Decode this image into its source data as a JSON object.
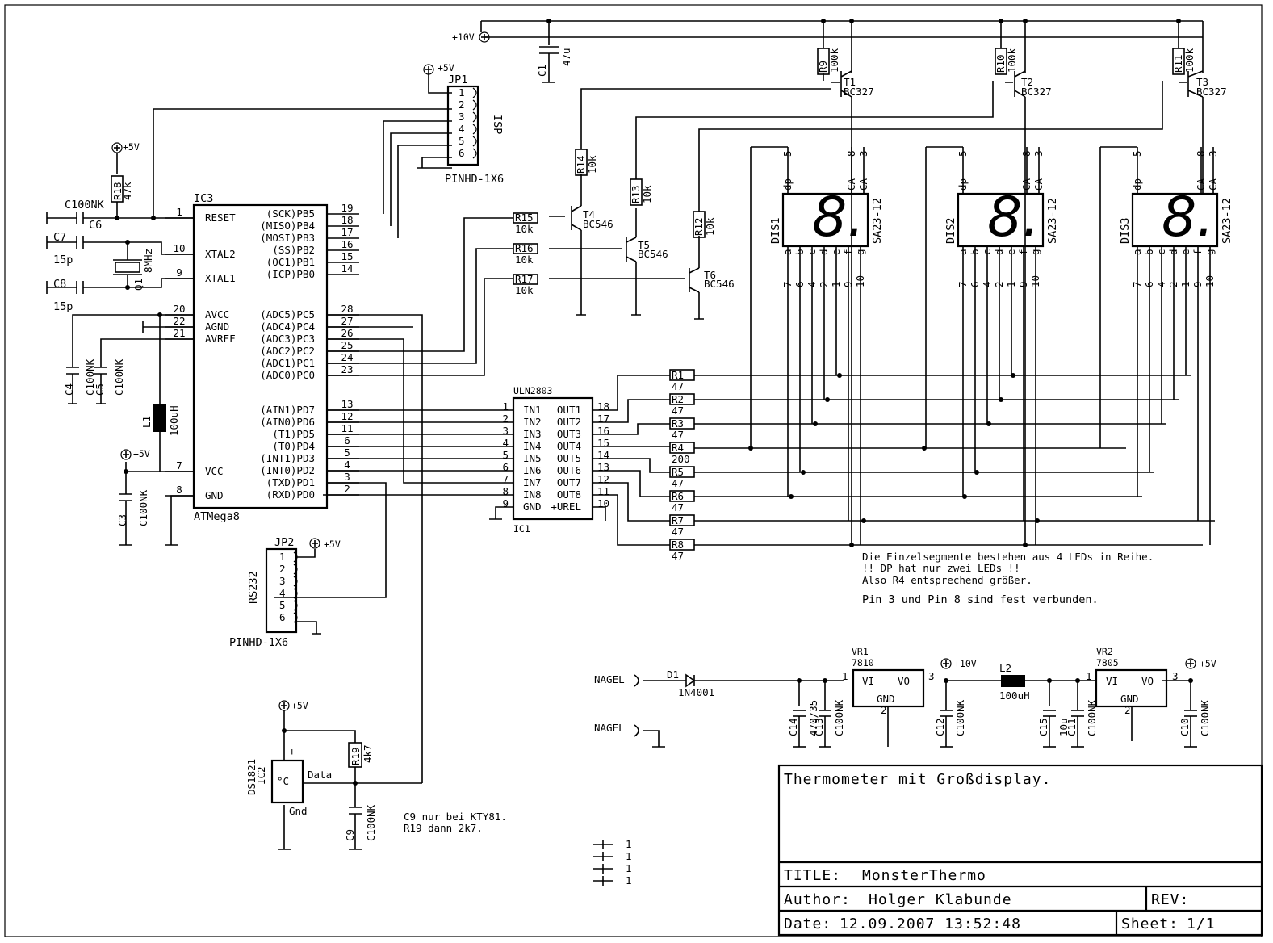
{
  "supplies": {
    "p10": "+10V",
    "p5": "+5V"
  },
  "mcu": {
    "ref": "IC3",
    "part": "ATMega8",
    "left": [
      [
        "1",
        "RESET"
      ],
      [
        "10",
        "XTAL2"
      ],
      [
        "9",
        "XTAL1"
      ],
      [
        "20",
        "AVCC"
      ],
      [
        "22",
        "AGND"
      ],
      [
        "21",
        "AVREF"
      ],
      [
        "7",
        "VCC"
      ],
      [
        "8",
        "GND"
      ]
    ],
    "right": [
      [
        "19",
        "(SCK)PB5"
      ],
      [
        "18",
        "(MISO)PB4"
      ],
      [
        "17",
        "(MOSI)PB3"
      ],
      [
        "16",
        "(SS)PB2"
      ],
      [
        "15",
        "(OC1)PB1"
      ],
      [
        "14",
        "(ICP)PB0"
      ],
      [
        "28",
        "(ADC5)PC5"
      ],
      [
        "27",
        "(ADC4)PC4"
      ],
      [
        "26",
        "(ADC3)PC3"
      ],
      [
        "25",
        "(ADC2)PC2"
      ],
      [
        "24",
        "(ADC1)PC1"
      ],
      [
        "23",
        "(ADC0)PC0"
      ],
      [
        "13",
        "(AIN1)PD7"
      ],
      [
        "12",
        "(AIN0)PD6"
      ],
      [
        "11",
        "(T1)PD5"
      ],
      [
        "6",
        "(T0)PD4"
      ],
      [
        "5",
        "(INT1)PD3"
      ],
      [
        "4",
        "(INT0)PD2"
      ],
      [
        "3",
        "(TXD)PD1"
      ],
      [
        "2",
        "(RXD)PD0"
      ]
    ]
  },
  "driver": {
    "part": "ULN2803",
    "ref": "IC1",
    "left": [
      [
        "1",
        "IN1"
      ],
      [
        "2",
        "IN2"
      ],
      [
        "3",
        "IN3"
      ],
      [
        "4",
        "IN4"
      ],
      [
        "5",
        "IN5"
      ],
      [
        "6",
        "IN6"
      ],
      [
        "7",
        "IN7"
      ],
      [
        "8",
        "IN8"
      ],
      [
        "9",
        "GND"
      ]
    ],
    "right": [
      [
        "18",
        "OUT1"
      ],
      [
        "17",
        "OUT2"
      ],
      [
        "16",
        "OUT3"
      ],
      [
        "15",
        "OUT4"
      ],
      [
        "14",
        "OUT5"
      ],
      [
        "13",
        "OUT6"
      ],
      [
        "12",
        "OUT7"
      ],
      [
        "11",
        "OUT8"
      ],
      [
        "10",
        "+UREL"
      ]
    ]
  },
  "headers": {
    "jp1": {
      "ref": "JP1",
      "part": "PINHD-1X6",
      "name": "ISP",
      "pins": [
        "1",
        "2",
        "3",
        "4",
        "5",
        "6"
      ]
    },
    "jp2": {
      "ref": "JP2",
      "part": "PINHD-1X6",
      "name": "RS232",
      "pins": [
        "1",
        "2",
        "3",
        "4",
        "5",
        "6"
      ]
    }
  },
  "passives": {
    "c6": [
      "C100NK",
      "C6"
    ],
    "c7": [
      "C7",
      "15p"
    ],
    "c8": [
      "C8",
      "15p"
    ],
    "q1": [
      "Q1",
      "8MHz"
    ],
    "r18": [
      "R18",
      "47k"
    ],
    "c4": [
      "C4",
      "C100NK"
    ],
    "c5": [
      "C5",
      "C100NK"
    ],
    "l1": [
      "L1",
      "100uH"
    ],
    "c3": [
      "C3",
      "C100NK"
    ],
    "c1": [
      "C1",
      "47u"
    ],
    "r9": [
      "R9",
      "100k"
    ],
    "r10": [
      "R10",
      "100k"
    ],
    "r11": [
      "R11",
      "100k"
    ],
    "r14": [
      "R14",
      "10k"
    ],
    "r13": [
      "R13",
      "10k"
    ],
    "r12": [
      "R12",
      "10k"
    ],
    "r15": [
      "R15",
      "10k"
    ],
    "r16": [
      "R16",
      "10k"
    ],
    "r17": [
      "R17",
      "10k"
    ],
    "r19": [
      "R19",
      "4k7"
    ],
    "c9": [
      "C9",
      "C100NK"
    ]
  },
  "transistors": {
    "t1": [
      "T1",
      "BC327"
    ],
    "t2": [
      "T2",
      "BC327"
    ],
    "t3": [
      "T3",
      "BC327"
    ],
    "t4": [
      "T4",
      "BC546"
    ],
    "t5": [
      "T5",
      "BC546"
    ],
    "t6": [
      "T6",
      "BC546"
    ]
  },
  "displays": {
    "refs": [
      "DIS1",
      "DIS2",
      "DIS3"
    ],
    "part": "SA23-12",
    "digit": "8.",
    "top_pins": [
      "5",
      "8",
      "3"
    ],
    "top_labels": [
      "dp",
      "CA",
      "CA"
    ],
    "seg_labels": [
      "a",
      "b",
      "c",
      "d",
      "e",
      "f",
      "g"
    ],
    "seg_pins": [
      "7",
      "6",
      "4",
      "2",
      "1",
      "9",
      "10"
    ]
  },
  "seg_resistors": [
    [
      "R1",
      "47"
    ],
    [
      "R2",
      "47"
    ],
    [
      "R3",
      "47"
    ],
    [
      "R4",
      "200"
    ],
    [
      "R5",
      "47"
    ],
    [
      "R6",
      "47"
    ],
    [
      "R7",
      "47"
    ],
    [
      "R8",
      "47"
    ]
  ],
  "sensor": {
    "part": "DS1821",
    "ref": "IC2",
    "symbol": "°C",
    "plus": "+",
    "data": "Data",
    "gnd": "Gnd"
  },
  "notes": {
    "n1": "Die Einzelsegmente bestehen aus 4 LEDs in Reihe.",
    "n2": "!! DP hat nur zwei LEDs !!",
    "n3": "Also R4 entsprechend größer.",
    "n4": "Pin 3 und Pin 8 sind fest verbunden.",
    "c9a": "C9 nur bei KTY81.",
    "c9b": "R19 dann 2k7."
  },
  "power": {
    "nagel": "NAGEL",
    "d1": [
      "D1",
      "1N4001"
    ],
    "vr1": {
      "ref": "VR1",
      "part": "7810",
      "vi": "VI",
      "vo": "VO",
      "gnd": "GND",
      "p1": "1",
      "p2": "2",
      "p3": "3"
    },
    "vr2": {
      "ref": "VR2",
      "part": "7805",
      "vi": "VI",
      "vo": "VO",
      "gnd": "GND",
      "p1": "1",
      "p2": "2",
      "p3": "3"
    },
    "c14": [
      "C14",
      "470/35"
    ],
    "c13": [
      "C13",
      "C100NK"
    ],
    "c12": [
      "C12",
      "C100NK"
    ],
    "l2": [
      "L2",
      "100uH"
    ],
    "c15": [
      "C15",
      "10u"
    ],
    "c11": [
      "C11",
      "C100NK"
    ],
    "c10": [
      "C10",
      "C100NK"
    ]
  },
  "frames_legend": [
    "1",
    "1",
    "1",
    "1"
  ],
  "title_block": {
    "description": "Thermometer mit Großdisplay.",
    "title_label": "TITLE:",
    "title": "MonsterThermo",
    "author_label": "Author:",
    "author": "Holger Klabunde",
    "rev_label": "REV:",
    "date_label": "Date:",
    "date": "12.09.2007 13:52:48",
    "sheet_label": "Sheet:",
    "sheet": "1/1"
  }
}
